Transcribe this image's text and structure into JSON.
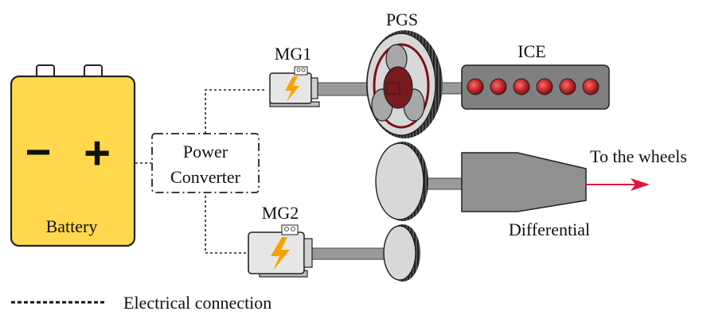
{
  "labels": {
    "pgs": "PGS",
    "mg1": "MG1",
    "ice": "ICE",
    "mg2": "MG2",
    "power_line1": "Power",
    "power_line2": "Converter",
    "battery": "Battery",
    "battery_minus": "−",
    "battery_plus": "+",
    "to_wheels": "To the wheels",
    "differential": "Differential",
    "legend": "Electrical connection"
  },
  "colors": {
    "battery_fill": "#ffd84d",
    "ice_fill": "#808080",
    "cylinder": "#c0282c",
    "planet_ring": "#7a1216",
    "sun_gear": "#7a1a1e",
    "arrow": "#e0143c",
    "shaft": "#9a9a9a",
    "gear": "#d8d8d8",
    "motor": "#e6e6e6",
    "lightning": "#f5a300"
  },
  "icons": [
    "battery-icon",
    "motor-icon",
    "lightning-icon",
    "gear-icon",
    "engine-icon",
    "arrow-icon"
  ]
}
